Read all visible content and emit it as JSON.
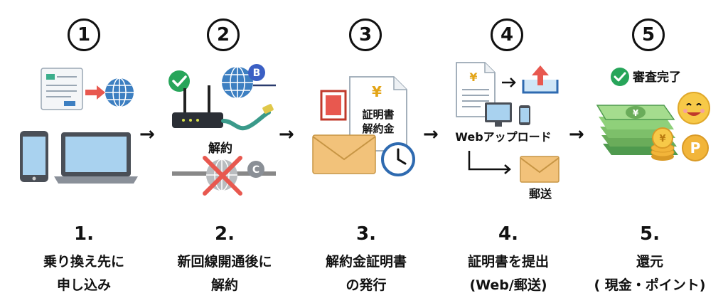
{
  "steps": [
    {
      "number": "1",
      "label_number": "1.",
      "label_line1": "乗り換え先に",
      "label_line2": "申し込み"
    },
    {
      "number": "2",
      "label_number": "2.",
      "label_line1": "新回線開通後に",
      "label_line2": "解約"
    },
    {
      "number": "3",
      "label_number": "3.",
      "label_line1": "解約金証明書",
      "label_line2": "の発行"
    },
    {
      "number": "4",
      "label_number": "4.",
      "label_line1": "証明書を提出",
      "label_line2": "(Web/郵送)"
    },
    {
      "number": "5",
      "label_number": "5.",
      "label_line1": "還元",
      "label_line2": "( 現金・ポイント)"
    }
  ],
  "illustrations": {
    "step2_badge_new": "B",
    "step2_badge_old": "C",
    "step2_cancel_text": "解約",
    "step3_doc_line1": "証明書",
    "step3_doc_line2": "解約金",
    "step3_yen": "¥",
    "step4_web_upload": "Webアップロード",
    "step4_mail": "郵送",
    "step4_yen": "¥",
    "step5_complete": "審査完了",
    "step5_coin_yen": "¥",
    "step5_coin_point": "P"
  },
  "icons": {
    "arrow": "right-arrow-icon",
    "check": "check-circle-icon",
    "globe": "globe-icon",
    "router": "router-icon",
    "envelope": "envelope-icon",
    "clock": "clock-icon",
    "upload": "upload-icon",
    "money": "banknote-stack-icon",
    "smile": "smiley-icon"
  },
  "colors": {
    "accent_red": "#e8584f",
    "blue": "#3d7fc1",
    "green": "#27a55a",
    "envelope": "#f2c27a",
    "money_green": "#7dbf6a",
    "coin": "#f2b53a"
  }
}
